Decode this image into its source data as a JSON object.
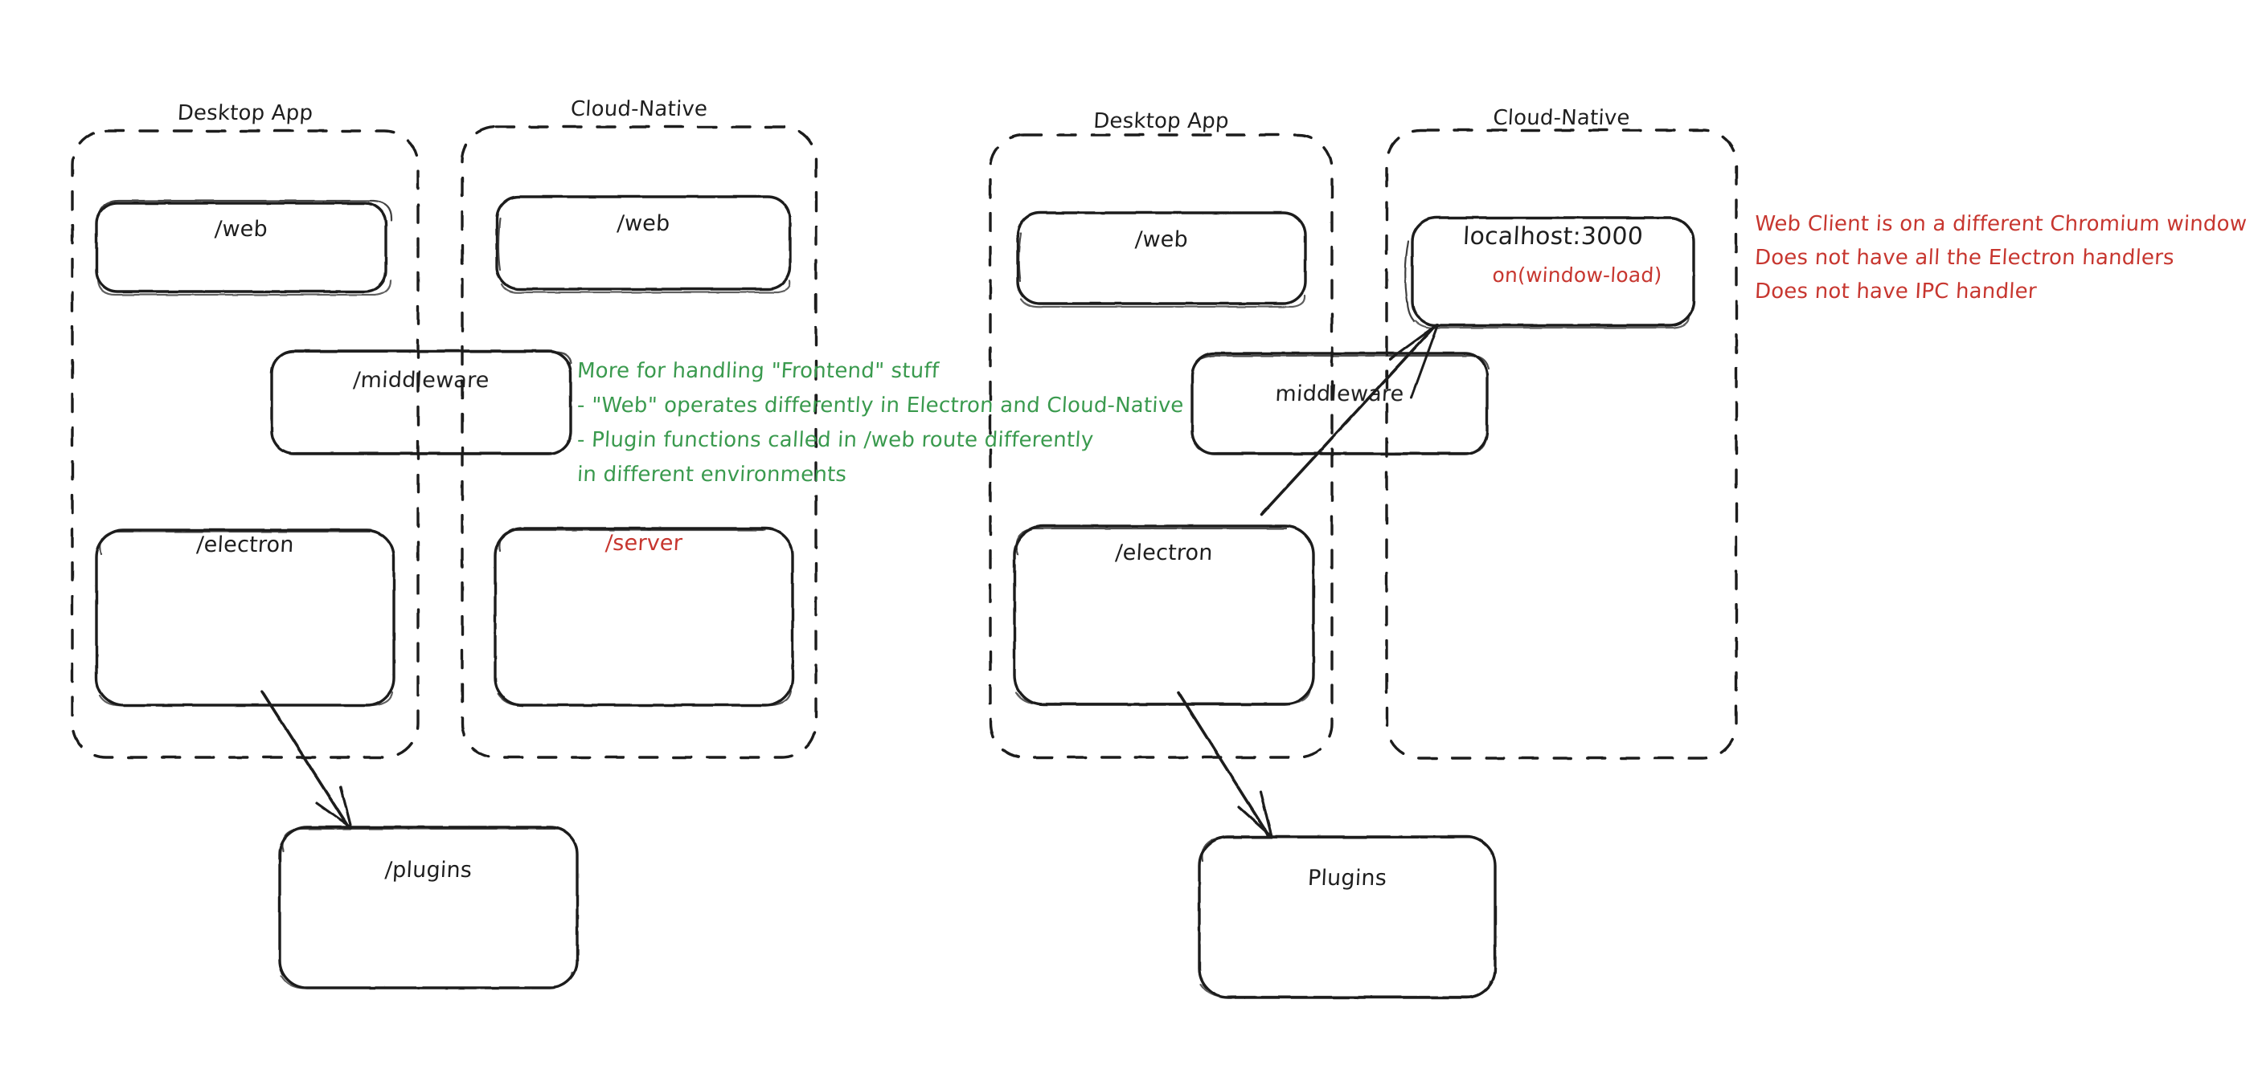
{
  "diagram": {
    "title_left_desktop": "Desktop App",
    "title_left_cloud": "Cloud-Native",
    "title_right_desktop": "Desktop App",
    "title_right_cloud": "Cloud-Native",
    "left": {
      "desktop_web": "/web",
      "cloud_web": "/web",
      "middleware": "/middleware",
      "electron": "/electron",
      "server": "/server",
      "plugins": "/plugins"
    },
    "right": {
      "desktop_web": "/web",
      "localhost": "localhost:3000",
      "localhost_sub": "on(window-load)",
      "middleware": "middleware",
      "electron": "/electron",
      "plugins": "Plugins"
    },
    "notes": {
      "green_line_1": "More for handling \"Frontend\" stuff",
      "green_line_2": "- \"Web\" operates differently in Electron and Cloud-Native",
      "green_line_3": "- Plugin functions called in /web route differently",
      "green_line_4": "in different environments",
      "red_line_1": "Web Client is on a different Chromium window",
      "red_line_2": "Does not have all the Electron handlers",
      "red_line_3": "Does not have IPC handler"
    },
    "colors": {
      "stroke": "#1e1e1e",
      "green": "#3a9a4e",
      "red": "#c7362f",
      "background": "#ffffff"
    }
  }
}
